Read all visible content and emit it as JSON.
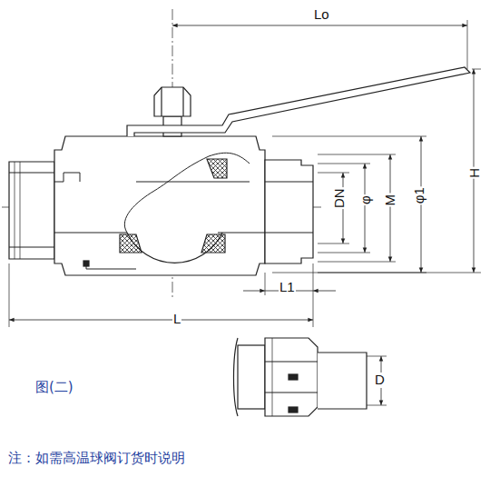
{
  "diagram": {
    "labels": [
      "Lo",
      "DN",
      "φ",
      "M",
      "φ1",
      "H",
      "L1",
      "L",
      "D",
      "图(二)",
      "注：如需高温球阀订货时说明"
    ]
  }
}
